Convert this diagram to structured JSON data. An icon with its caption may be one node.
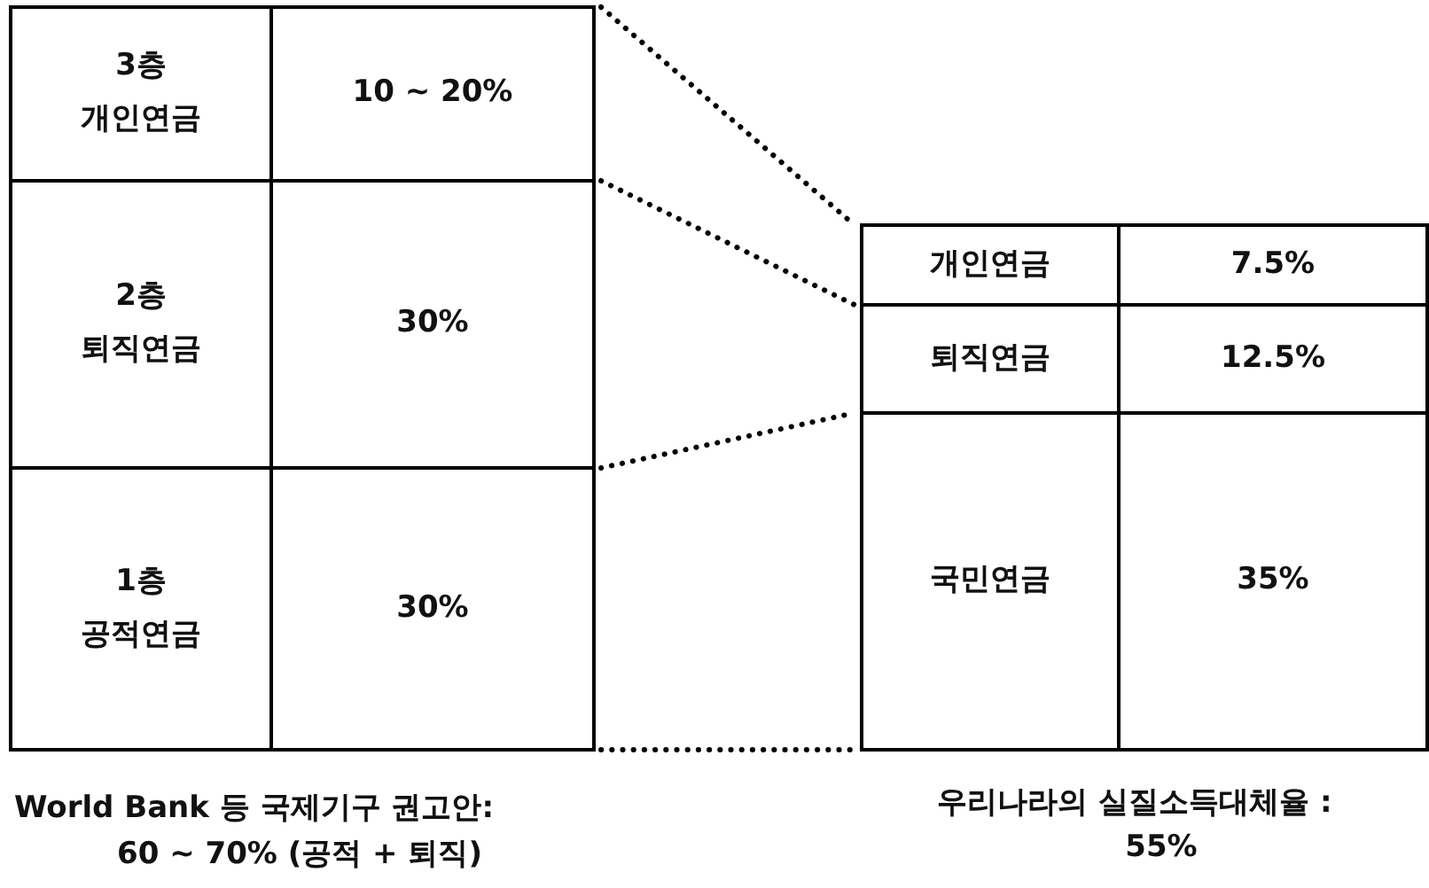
{
  "diagram": {
    "nodes": [
      {
        "text": [
          "3층 개인연금",
          "10 ~ 20%"
        ]
      },
      {
        "text": [
          "2층 퇴직연금",
          "30%"
        ]
      },
      {
        "text": [
          "1층 공적연금",
          "30%"
        ]
      },
      {
        "text": [
          "개인연금",
          "7.5%"
        ]
      },
      {
        "text": [
          "퇴직연금",
          "12.5%"
        ]
      },
      {
        "text": [
          "국민연금",
          "35%"
        ]
      }
    ],
    "edges": [
      {
        "from": 0,
        "to": 3,
        "arrow": "none",
        "style": "dashed"
      },
      {
        "from": 1,
        "to": 4,
        "arrow": "none",
        "style": "dashed"
      },
      {
        "from": 2,
        "to": 5,
        "arrow": "none",
        "style": "dashed"
      },
      {
        "from": 2,
        "to": 5,
        "arrow": "none",
        "style": "dashed"
      }
    ],
    "labels": [
      "World Bank 등 국제기구 권고안:",
      "60 ~ 70% (공적 + 퇴직)",
      "우리나라의 실질소득대체율 :",
      "55%"
    ]
  }
}
